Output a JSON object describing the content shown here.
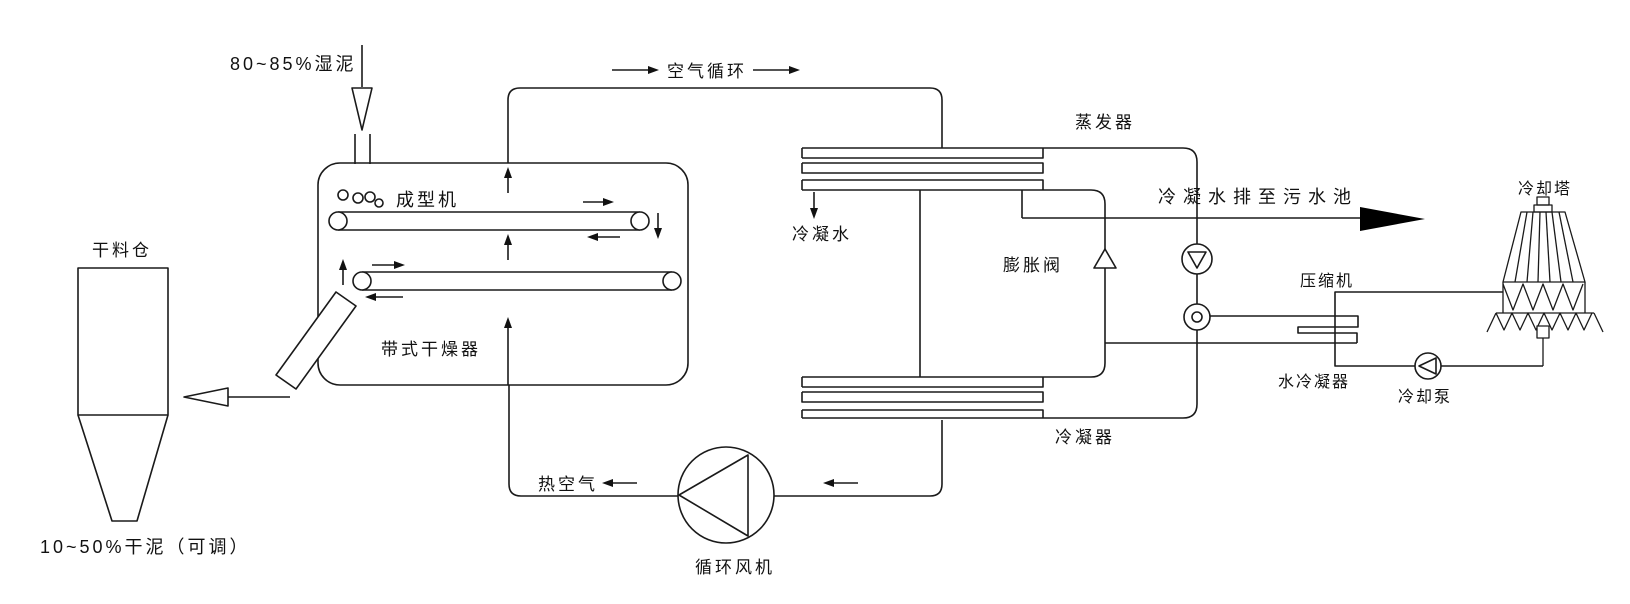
{
  "diagram": {
    "type": "process-flow-schematic",
    "subject": "heat-pump belt sludge drying system",
    "colors": {
      "line": "#1a1a1a",
      "background": "#ffffff",
      "solid_arrow": "#000000"
    },
    "labels": {
      "wet_sludge": "80~85%湿泥",
      "dry_silo": "干料仓",
      "dry_sludge": "10~50%干泥（可调）",
      "forming_machine": "成型机",
      "belt_dryer": "带式干燥器",
      "air_circulation": "空气循环",
      "evaporator": "蒸发器",
      "condensate": "冷凝水",
      "expansion_valve": "膨胀阀",
      "condensate_drain": "冷凝水排至污水池",
      "condenser": "冷凝器",
      "hot_air": "热空气",
      "circulation_fan": "循环风机",
      "compressor": "压缩机",
      "water_condenser": "水冷凝器",
      "cooling_pump": "冷却泵",
      "cooling_tower": "冷却塔"
    }
  }
}
